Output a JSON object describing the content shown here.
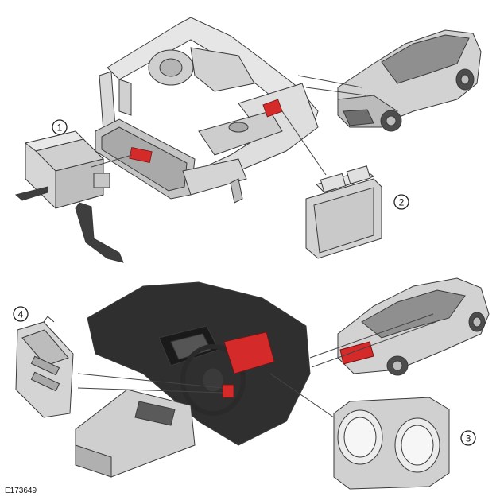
{
  "figure_reference": "E173649",
  "callouts": [
    "1",
    "2",
    "3",
    "4"
  ],
  "colors": {
    "highlight": "#d42a2a",
    "part_light": "#dcdcdc",
    "part_mid": "#b8b8b8",
    "part_dark": "#555555",
    "car_body": "#c9c9c9",
    "outline": "#3a3a3a"
  }
}
